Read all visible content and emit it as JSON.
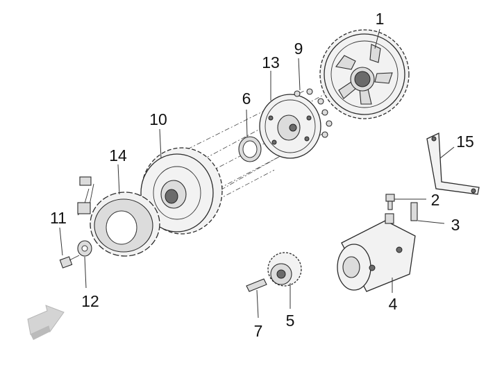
{
  "callouts": [
    {
      "id": "c1",
      "text": "1"
    },
    {
      "id": "c2",
      "text": "2"
    },
    {
      "id": "c3",
      "text": "3"
    },
    {
      "id": "c4",
      "text": "4"
    },
    {
      "id": "c5",
      "text": "5"
    },
    {
      "id": "c6",
      "text": "6"
    },
    {
      "id": "c7",
      "text": "7"
    },
    {
      "id": "c9",
      "text": "9"
    },
    {
      "id": "c10",
      "text": "10"
    },
    {
      "id": "c11",
      "text": "11"
    },
    {
      "id": "c12",
      "text": "12"
    },
    {
      "id": "c13",
      "text": "13"
    },
    {
      "id": "c14",
      "text": "14"
    },
    {
      "id": "c15",
      "text": "15"
    }
  ]
}
